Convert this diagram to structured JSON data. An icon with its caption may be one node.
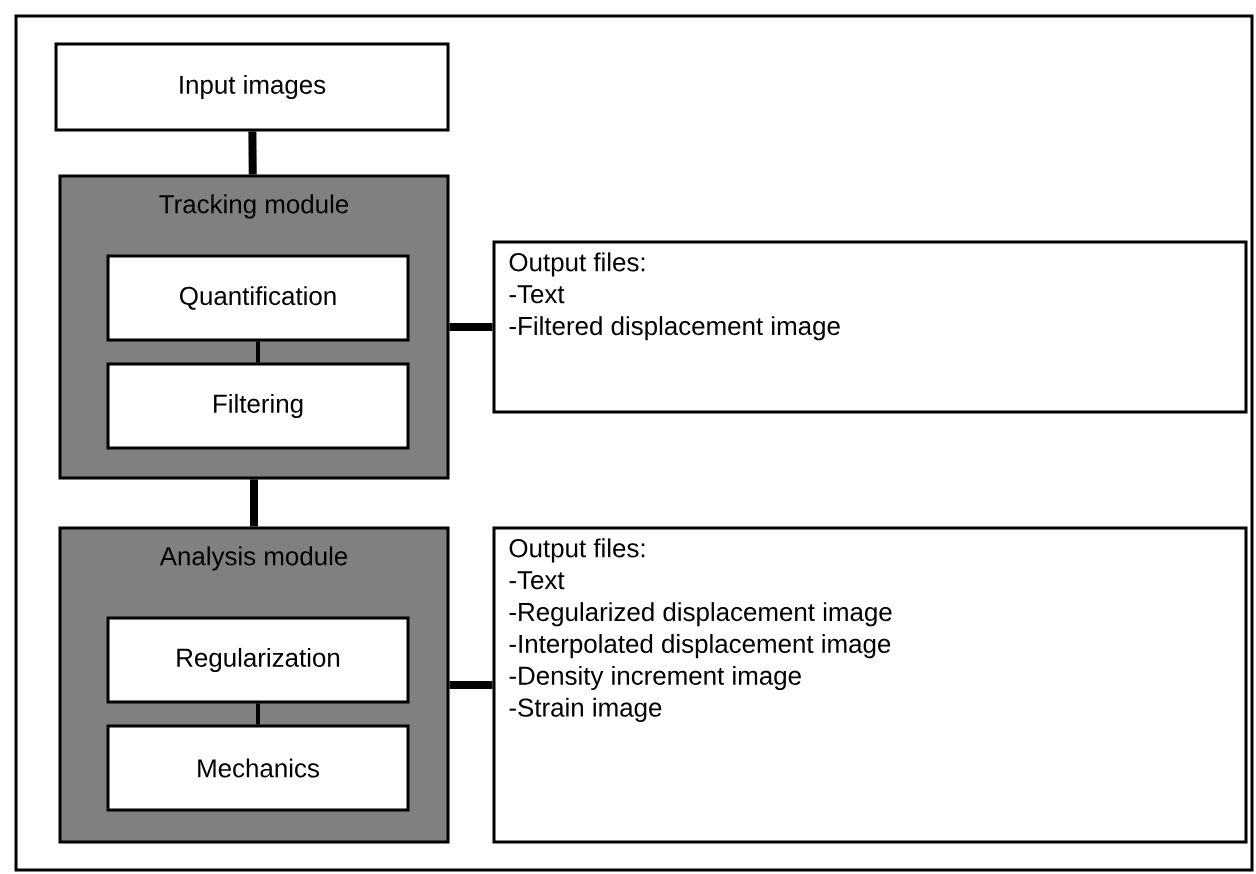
{
  "diagram": {
    "nodes": [
      {
        "text": [
          "Input images"
        ]
      },
      {
        "text": [
          "Tracking module"
        ]
      },
      {
        "text": [
          "Quantification"
        ],
        "in": 1
      },
      {
        "text": [
          "Filtering"
        ],
        "in": 1
      },
      {
        "text": [
          "Output files:",
          "-Text",
          "-Filtered displacement image"
        ]
      },
      {
        "text": [
          "Analysis module"
        ]
      },
      {
        "text": [
          "Regularization"
        ],
        "in": 5
      },
      {
        "text": [
          "Mechanics"
        ],
        "in": 5
      },
      {
        "text": [
          "Output files:",
          "-Text",
          "-Regularized displacement image",
          "-Interpolated displacement image",
          "-Density increment image",
          "-Strain image"
        ]
      }
    ],
    "edges": [
      {
        "from": 0,
        "to": 1,
        "arrow": "none"
      },
      {
        "from": 2,
        "to": 3,
        "arrow": "none"
      },
      {
        "from": 1,
        "to": 4,
        "arrow": "none"
      },
      {
        "from": 1,
        "to": 5,
        "arrow": "none"
      },
      {
        "from": 6,
        "to": 7,
        "arrow": "none"
      },
      {
        "from": 5,
        "to": 8,
        "arrow": "none"
      }
    ]
  }
}
